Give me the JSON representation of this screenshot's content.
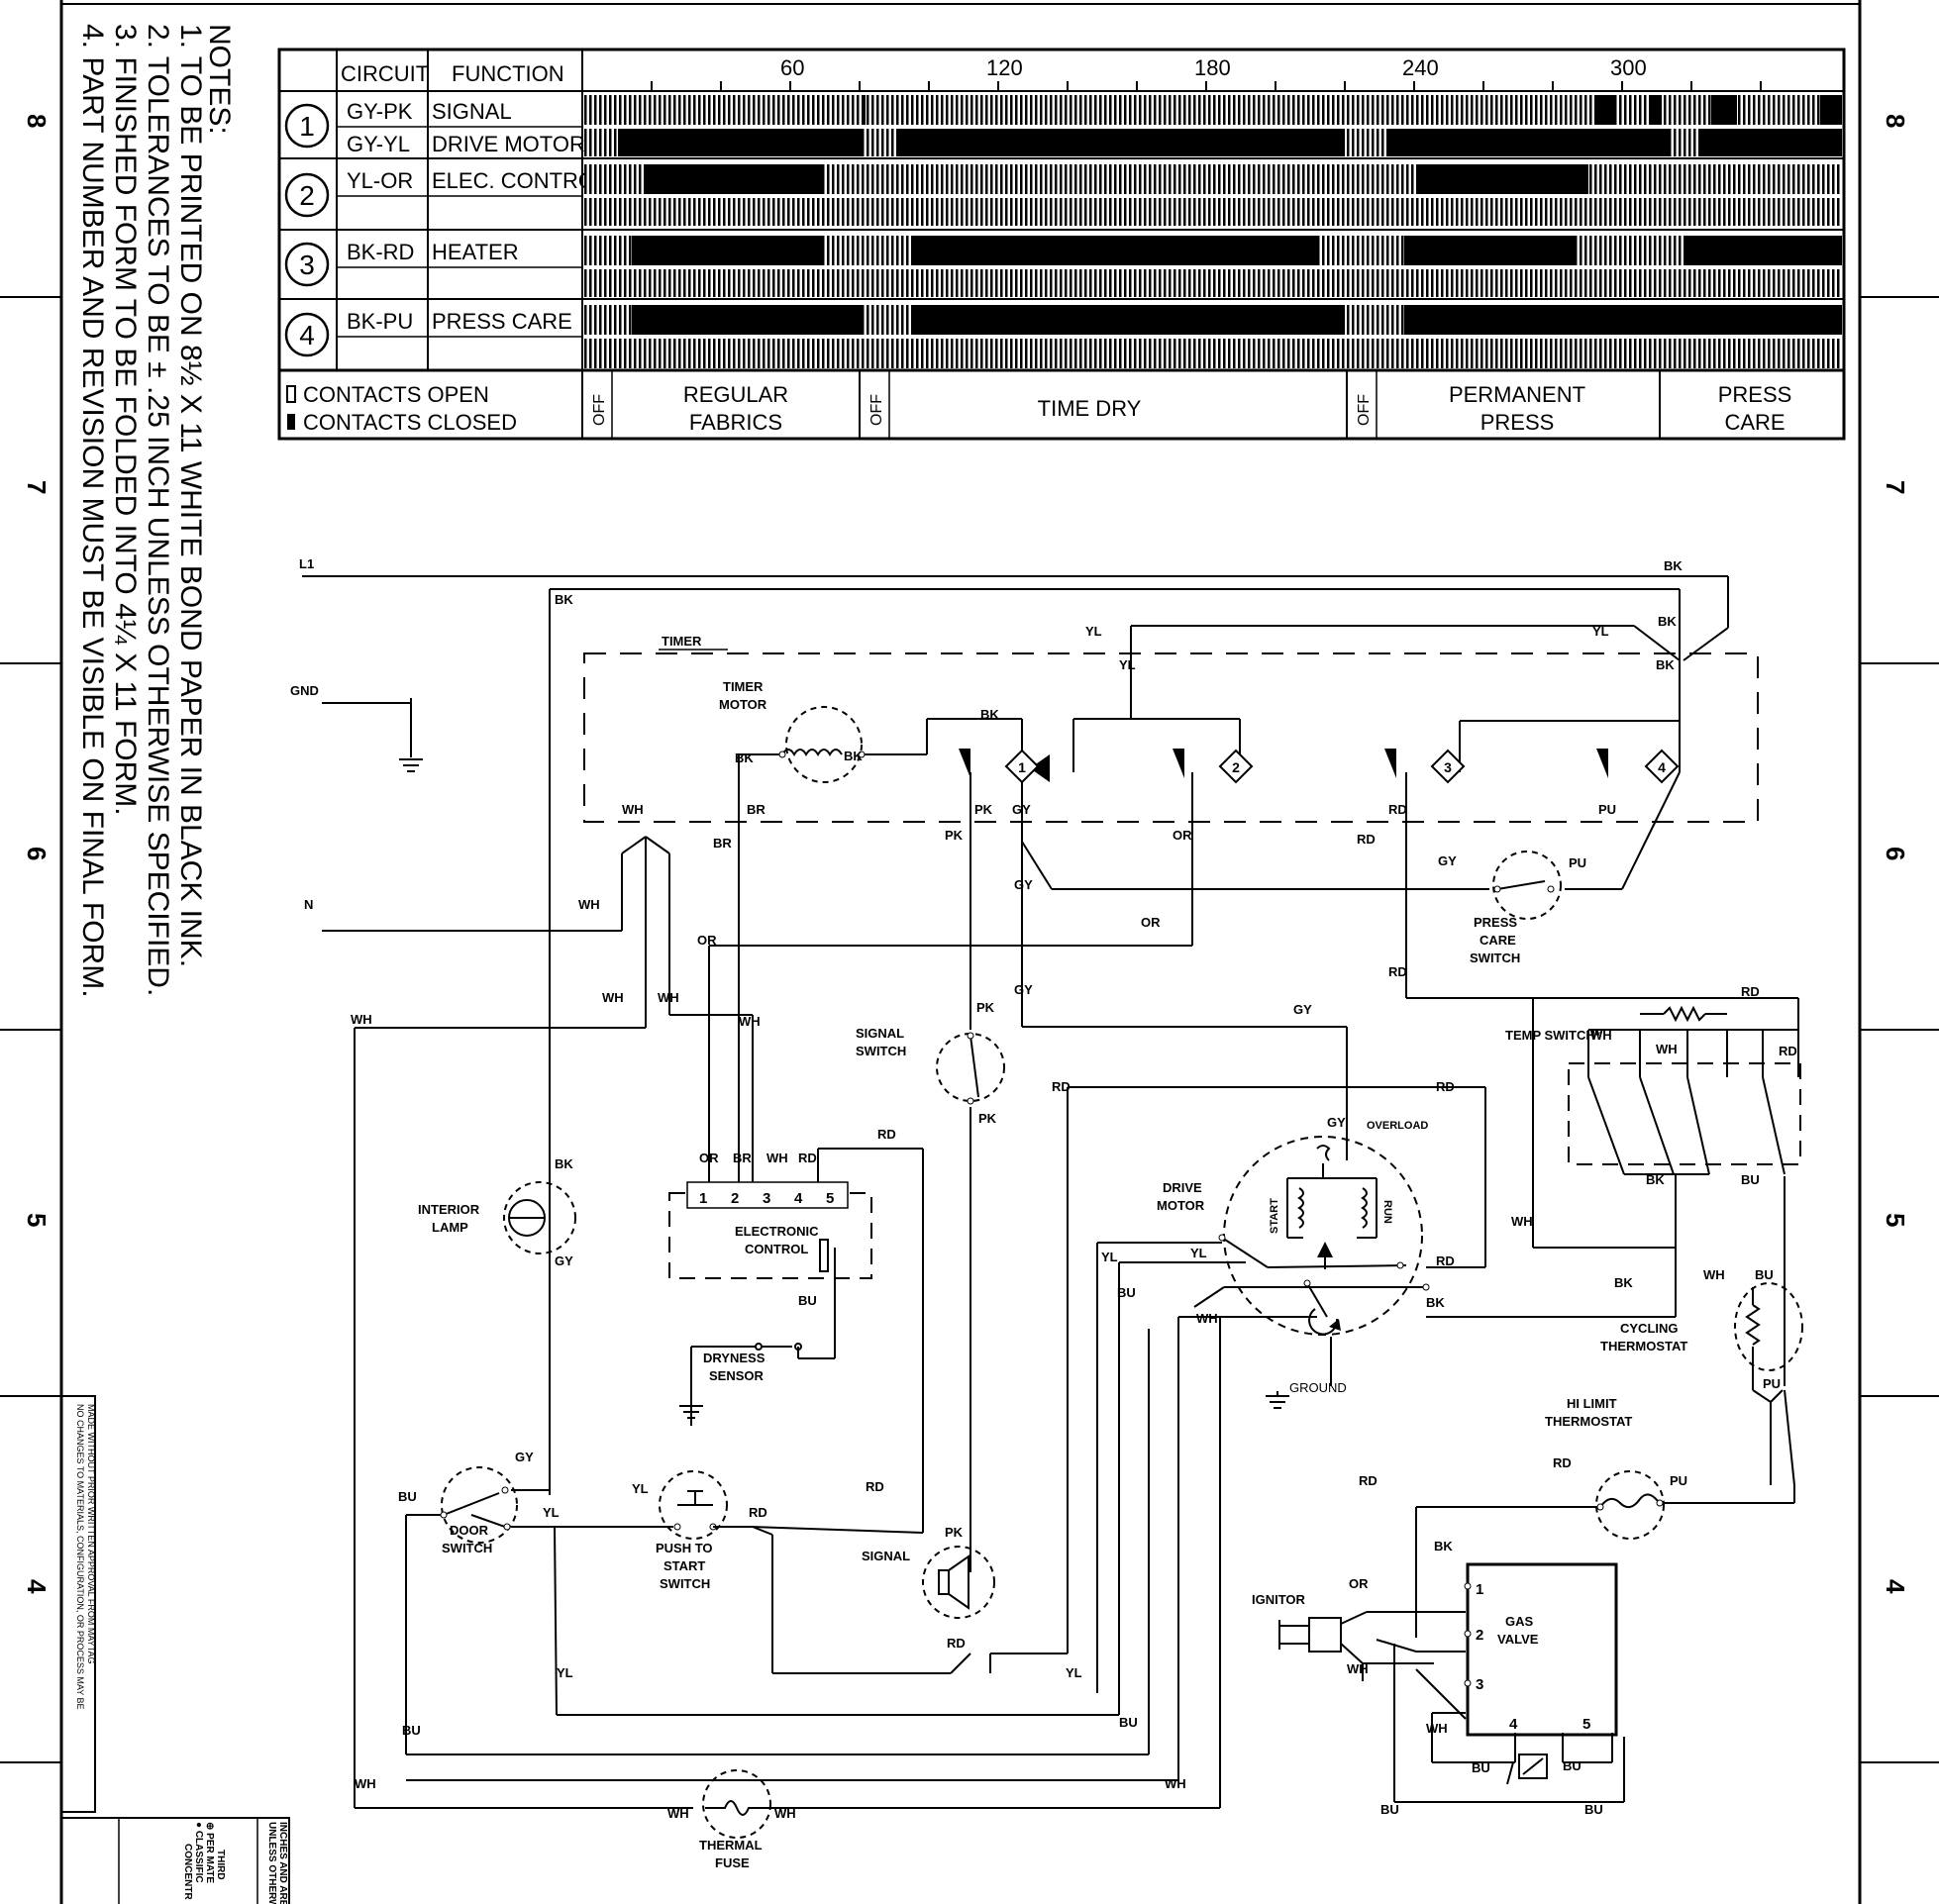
{
  "notes": {
    "heading": "NOTES:",
    "items": [
      "1.  TO BE PRINTED ON 8½ X 11 WHITE BOND PAPER IN BLACK INK.",
      "2.  TOLERANCES TO BE ± .25 INCH UNLESS OTHERWISE SPECIFIED.",
      "3.  FINISHED FORM TO BE FOLDED INTO 4¼ X 11 FORM.",
      "4.  PART NUMBER AND REVISION MUST BE VISIBLE ON FINAL FORM."
    ]
  },
  "border_zones": [
    "8",
    "7",
    "6",
    "5",
    "4"
  ],
  "disclaimer": {
    "line1": "NO CHANGES TO MATERIALS, CONFIGURATION, OR PROCESS MAY BE",
    "line2": "MADE WITHOUT PRIOR WRITTEN APPROVAL FROM MAYTAG"
  },
  "title_block_fragments": [
    "UNLESS OTHERW",
    "INCHES AND ARE",
    "CONCENTR",
    "● CLASSIFIC",
    "⊕ PER MATE",
    "THIRD"
  ],
  "timer_chart": {
    "headers": {
      "circuit": "CIRCUIT",
      "function": "FUNCTION"
    },
    "time_ticks": [
      "60",
      "120",
      "180",
      "240",
      "300"
    ],
    "rows": [
      {
        "number": "1",
        "circuit": "GY-PK",
        "function": "SIGNAL"
      },
      {
        "number": "",
        "circuit": "GY-YL",
        "function": "DRIVE MOTOR"
      },
      {
        "number": "2",
        "circuit": "YL-OR",
        "function": "ELEC. CONTROL"
      },
      {
        "number": "3",
        "circuit": "BK-RD",
        "function": "HEATER"
      },
      {
        "number": "4",
        "circuit": "BK-PU",
        "function": "PRESS CARE"
      }
    ],
    "legend": {
      "open": "CONTACTS OPEN",
      "closed": "CONTACTS CLOSED"
    },
    "cycles": [
      {
        "off": "OFF",
        "name_line1": "REGULAR",
        "name_line2": "FABRICS"
      },
      {
        "off": "OFF",
        "name_line1": "TIME DRY",
        "name_line2": ""
      },
      {
        "off": "OFF",
        "name_line1": "PERMANENT",
        "name_line2": "PRESS"
      },
      {
        "off": "",
        "name_line1": "PRESS",
        "name_line2": "CARE"
      }
    ]
  },
  "schematic": {
    "supply": {
      "l1": "L1",
      "gnd": "GND",
      "n": "N"
    },
    "timer": {
      "label": "TIMER",
      "motor_line1": "TIMER",
      "motor_line2": "MOTOR",
      "contacts": [
        "1",
        "2",
        "3",
        "4"
      ]
    },
    "components": {
      "press_care_switch": [
        "PRESS",
        "CARE",
        "SWITCH"
      ],
      "signal_switch": [
        "SIGNAL",
        "SWITCH"
      ],
      "temp_switch": "TEMP SWITCH*",
      "interior_lamp": [
        "INTERIOR",
        "LAMP"
      ],
      "electronic_control": [
        "ELECTRONIC",
        "CONTROL"
      ],
      "control_pins": [
        "1",
        "2",
        "3",
        "4",
        "5"
      ],
      "dryness_sensor": [
        "DRYNESS",
        "SENSOR"
      ],
      "drive_motor": [
        "DRIVE",
        "MOTOR"
      ],
      "overload": "OVERLOAD",
      "start": "START",
      "run": "RUN",
      "ground": "GROUND",
      "cycling_thermostat": [
        "CYCLING",
        "THERMOSTAT"
      ],
      "hi_limit_thermostat": [
        "HI LIMIT",
        "THERMOSTAT"
      ],
      "door_switch": [
        "DOOR",
        "SWITCH"
      ],
      "push_to_start": [
        "PUSH TO",
        "START",
        "SWITCH"
      ],
      "signal": "SIGNAL",
      "ignitor": "IGNITOR",
      "gas_valve": [
        "GAS",
        "VALVE"
      ],
      "gas_valve_pins": [
        "1",
        "2",
        "3",
        "4",
        "5"
      ],
      "thermal_fuse": [
        "THERMAL",
        "FUSE"
      ]
    },
    "wire_colors": {
      "bk": "BK",
      "yl": "YL",
      "gy": "GY",
      "pk": "PK",
      "br": "BR",
      "wh": "WH",
      "or": "OR",
      "rd": "RD",
      "pu": "PU",
      "bu": "BU"
    }
  }
}
